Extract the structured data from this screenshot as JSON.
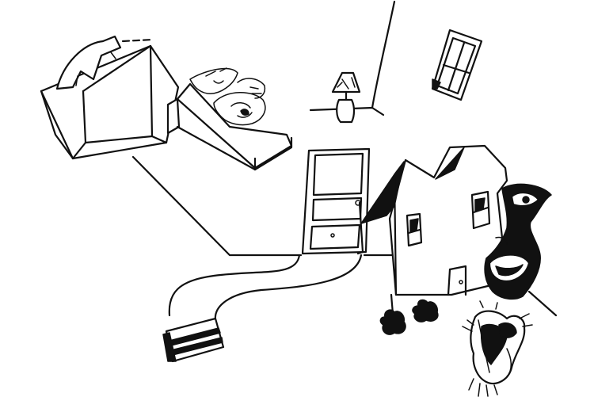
{
  "scene": {
    "style": "black ink line drawing on white",
    "ink_color": "#111111",
    "paper_color": "#ffffff",
    "objects": [
      "floating-box",
      "faces-tray",
      "table-lamp",
      "floating-window",
      "door",
      "crooked-house",
      "shadow-face",
      "winding-path",
      "stacked-books",
      "bushes",
      "splatter-creature"
    ]
  }
}
